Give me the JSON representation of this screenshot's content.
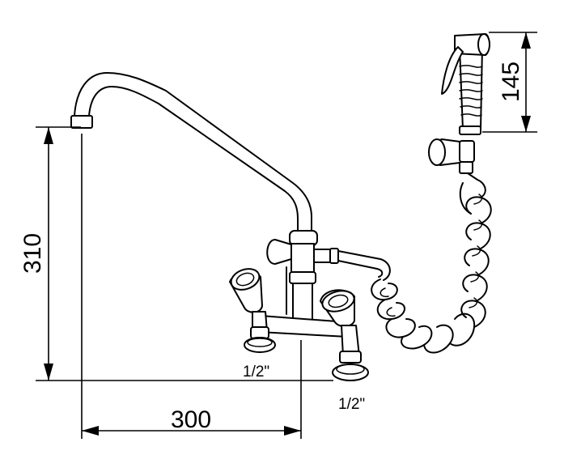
{
  "dimensions": {
    "height_faucet": "310",
    "width_faucet": "300",
    "height_spray": "145"
  },
  "connections": {
    "left": "1/2\"",
    "right": "1/2\""
  }
}
